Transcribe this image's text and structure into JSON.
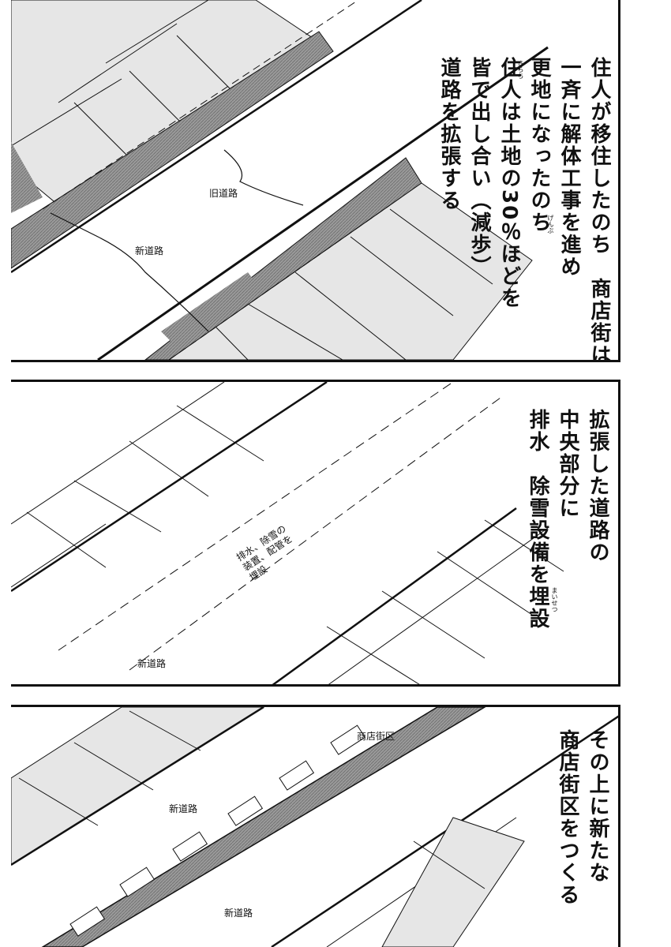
{
  "panel1": {
    "narration": [
      "住人が移住したのち　商店街は",
      "一斉に解体工事を進め",
      "更地になったのち",
      "住人は土地の30％ほどを",
      "皆で出し合い（減歩）",
      "道路を拡張する"
    ],
    "ruby_sarachi": "さらち",
    "ruby_genbu": "げんぶ",
    "label_old_road": "旧道路",
    "label_new_road": "新道路"
  },
  "panel2": {
    "narration": [
      "拡張した道路の",
      "中央部分に",
      "排水　除雪設備を埋設"
    ],
    "ruby_maisetsu": "まいせつ",
    "label_buried": "排水、除雪の\n装置、配管を\n埋設",
    "label_new_road": "新道路"
  },
  "panel3": {
    "narration": [
      "その上に新たな",
      "商店街区をつくる"
    ],
    "label_block": "商店街区",
    "label_new_road_1": "新道路",
    "label_new_road_2": "新道路"
  }
}
